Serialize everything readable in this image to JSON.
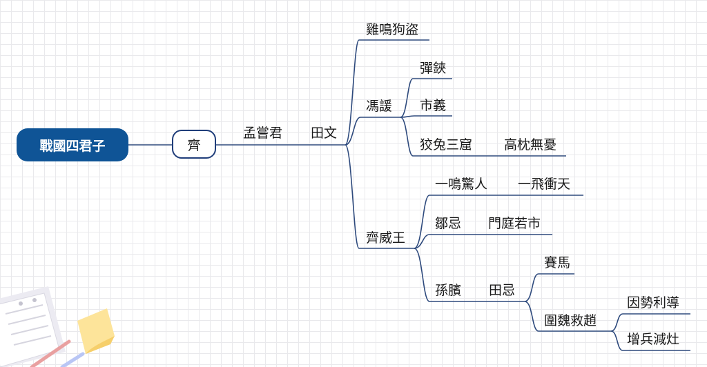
{
  "root": "戰國四君子",
  "state": "齊",
  "person": {
    "name": "孟嘗君",
    "alias": "田文"
  },
  "branch_a": {
    "label": "雞鳴狗盜"
  },
  "branch_b": {
    "label": "馮諼",
    "children": [
      "彈鋏",
      "市義",
      "狡兔三窟",
      "高枕無憂"
    ]
  },
  "branch_c": {
    "label": "齊威王",
    "c1": {
      "a": "一鳴驚人",
      "b": "一飛衝天"
    },
    "c2": {
      "a": "鄒忌",
      "b": "門庭若市"
    },
    "c3": {
      "a": "孫臏",
      "b": "田忌",
      "sub1": "賽馬",
      "sub2": "圍魏救趙",
      "leaves": [
        "因勢利導",
        "增兵減灶"
      ]
    }
  },
  "colors": {
    "root_fill": "#0f5496",
    "line": "#2e4a7d",
    "grid": "#e9e9ec"
  }
}
